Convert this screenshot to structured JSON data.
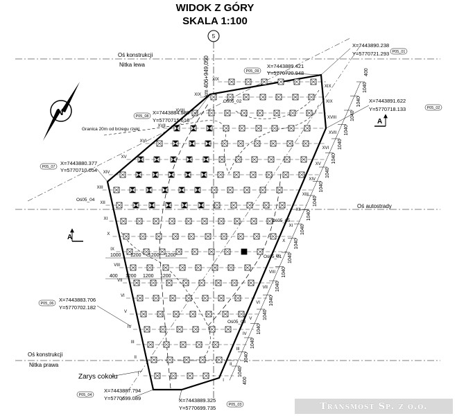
{
  "title": "WIDOK Z GÓRY",
  "scale": "SKALA 1:100",
  "support_number": "5",
  "km_label": "km 406+949,050",
  "axis_labels": {
    "construction_axis_top": "Oś konstrukcji",
    "left_thread": "Nitka lewa",
    "highway_axis": "Oś autostrady",
    "construction_axis_bottom": "Oś konstrukcji",
    "right_thread": "Nitka prawa",
    "plinth_outline": "Zarys cokołu",
    "border_note": "Granica 20m od brzegu rzeki"
  },
  "section_markers": {
    "left": "A",
    "right": "A"
  },
  "points": [
    {
      "id": "P05_01",
      "x": "X=7443890.238",
      "y": "Y=5770721.293"
    },
    {
      "id": "P05_02",
      "x": "X=7443891.622",
      "y": "Y=5770718.133"
    },
    {
      "id": "P05_03",
      "x": "X=7443889.325",
      "y": "Y=5770699.735"
    },
    {
      "id": "P05_04",
      "x": "X=7443887.794",
      "y": "Y=5770699.089"
    },
    {
      "id": "P05_06",
      "x": "X=7443883.706",
      "y": "Y=5770702.182"
    },
    {
      "id": "P05_07",
      "x": "X=7443880.377",
      "y": "Y=5770710.054"
    },
    {
      "id": "P05_08",
      "x": "X=7443884.586",
      "y": "Y=5770715.616"
    },
    {
      "id": "P05_09",
      "x": "X=7443889.421",
      "y": "Y=5770720.948"
    }
  ],
  "line_labels": [
    "Oś05_02",
    "Oś05_05",
    "Oś05_01",
    "Oś05_03",
    "Oś05_04"
  ],
  "dimensions": {
    "grid_spacing_x": [
      "1000",
      "1200",
      "1200",
      "1200"
    ],
    "row_spacing": "1040",
    "edge_spacing": "400",
    "side_labels": [
      "1040",
      "1040",
      "1040",
      "1040",
      "1040",
      "1040",
      "1040",
      "1040",
      "1040",
      "1040",
      "1040",
      "1040",
      "1040",
      "1040",
      "1040",
      "1040",
      "1040",
      "1040",
      "1040",
      "1040",
      "1040"
    ],
    "top_edge": "400",
    "bottom_edge": "400"
  },
  "row_numerals": [
    "I",
    "II",
    "III",
    "IV",
    "V",
    "VI",
    "VII",
    "VIII",
    "IX",
    "X",
    "XI",
    "XII",
    "XIII",
    "XIV",
    "XV",
    "XVI",
    "XVII",
    "XVIII",
    "XIX"
  ],
  "footer": "Transmost Sp. z o.o."
}
